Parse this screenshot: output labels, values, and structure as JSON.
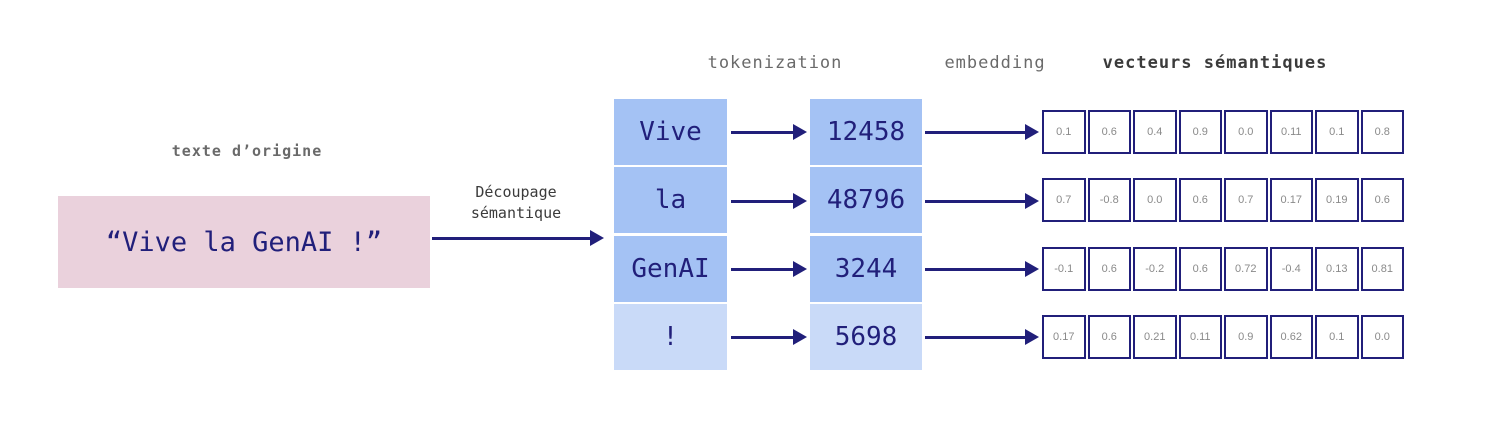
{
  "colors": {
    "navy": "#211f7a",
    "blue_medium": "#a4c2f4",
    "blue_light": "#c9daf8",
    "pink": "#ead1dc",
    "gray_label": "#6a6a6a",
    "dark_label": "#3b3b3b",
    "vector_cell_text": "#8a8a8a"
  },
  "labels": {
    "source": "texte d’origine",
    "tokenization": "tokenization",
    "embedding": "embedding",
    "vectors": "vecteurs sémantiques",
    "arrow_line1": "Découpage",
    "arrow_line2": "sémantique"
  },
  "source_text": "“Vive la GenAI !”",
  "rows": [
    {
      "token": "Vive",
      "id": "12458",
      "shade": "medium",
      "vector": [
        "0.1",
        "0.6",
        "0.4",
        "0.9",
        "0.0",
        "0.11",
        "0.1",
        "0.8"
      ]
    },
    {
      "token": "la",
      "id": "48796",
      "shade": "medium",
      "vector": [
        "0.7",
        "-0.8",
        "0.0",
        "0.6",
        "0.7",
        "0.17",
        "0.19",
        "0.6"
      ]
    },
    {
      "token": "GenAI",
      "id": "3244",
      "shade": "medium",
      "vector": [
        "-0.1",
        "0.6",
        "-0.2",
        "0.6",
        "0.72",
        "-0.4",
        "0.13",
        "0.81"
      ]
    },
    {
      "token": "!",
      "id": "5698",
      "shade": "light",
      "vector": [
        "0.17",
        "0.6",
        "0.21",
        "0.11",
        "0.9",
        "0.62",
        "0.1",
        "0.0"
      ]
    }
  ]
}
